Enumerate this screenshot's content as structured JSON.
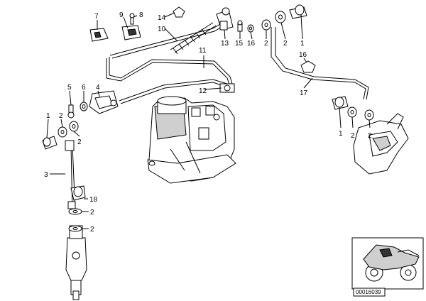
{
  "callouts": [
    {
      "id": "c7a",
      "text": "7"
    },
    {
      "id": "c9",
      "text": "9"
    },
    {
      "id": "c8",
      "text": "8"
    },
    {
      "id": "c14",
      "text": "14"
    },
    {
      "id": "c10",
      "text": "10"
    },
    {
      "id": "c13",
      "text": "13"
    },
    {
      "id": "c15",
      "text": "15"
    },
    {
      "id": "c16a",
      "text": "16"
    },
    {
      "id": "c2a",
      "text": "2"
    },
    {
      "id": "c2b",
      "text": "2"
    },
    {
      "id": "c1a",
      "text": "1"
    },
    {
      "id": "c11",
      "text": "11"
    },
    {
      "id": "c16b",
      "text": "16"
    },
    {
      "id": "c12",
      "text": "12"
    },
    {
      "id": "c17",
      "text": "17"
    },
    {
      "id": "c5",
      "text": "5"
    },
    {
      "id": "c6",
      "text": "6"
    },
    {
      "id": "c4",
      "text": "4"
    },
    {
      "id": "c1b",
      "text": "1"
    },
    {
      "id": "c2c",
      "text": "2"
    },
    {
      "id": "c3",
      "text": "3"
    },
    {
      "id": "c2d",
      "text": "2"
    },
    {
      "id": "c1c",
      "text": "1"
    },
    {
      "id": "c2e",
      "text": "2"
    },
    {
      "id": "c2f",
      "text": "2"
    },
    {
      "id": "c18",
      "text": "18"
    },
    {
      "id": "c2g",
      "text": "2"
    },
    {
      "id": "c2h",
      "text": "2"
    }
  ],
  "inset": {
    "code": "00016039"
  }
}
